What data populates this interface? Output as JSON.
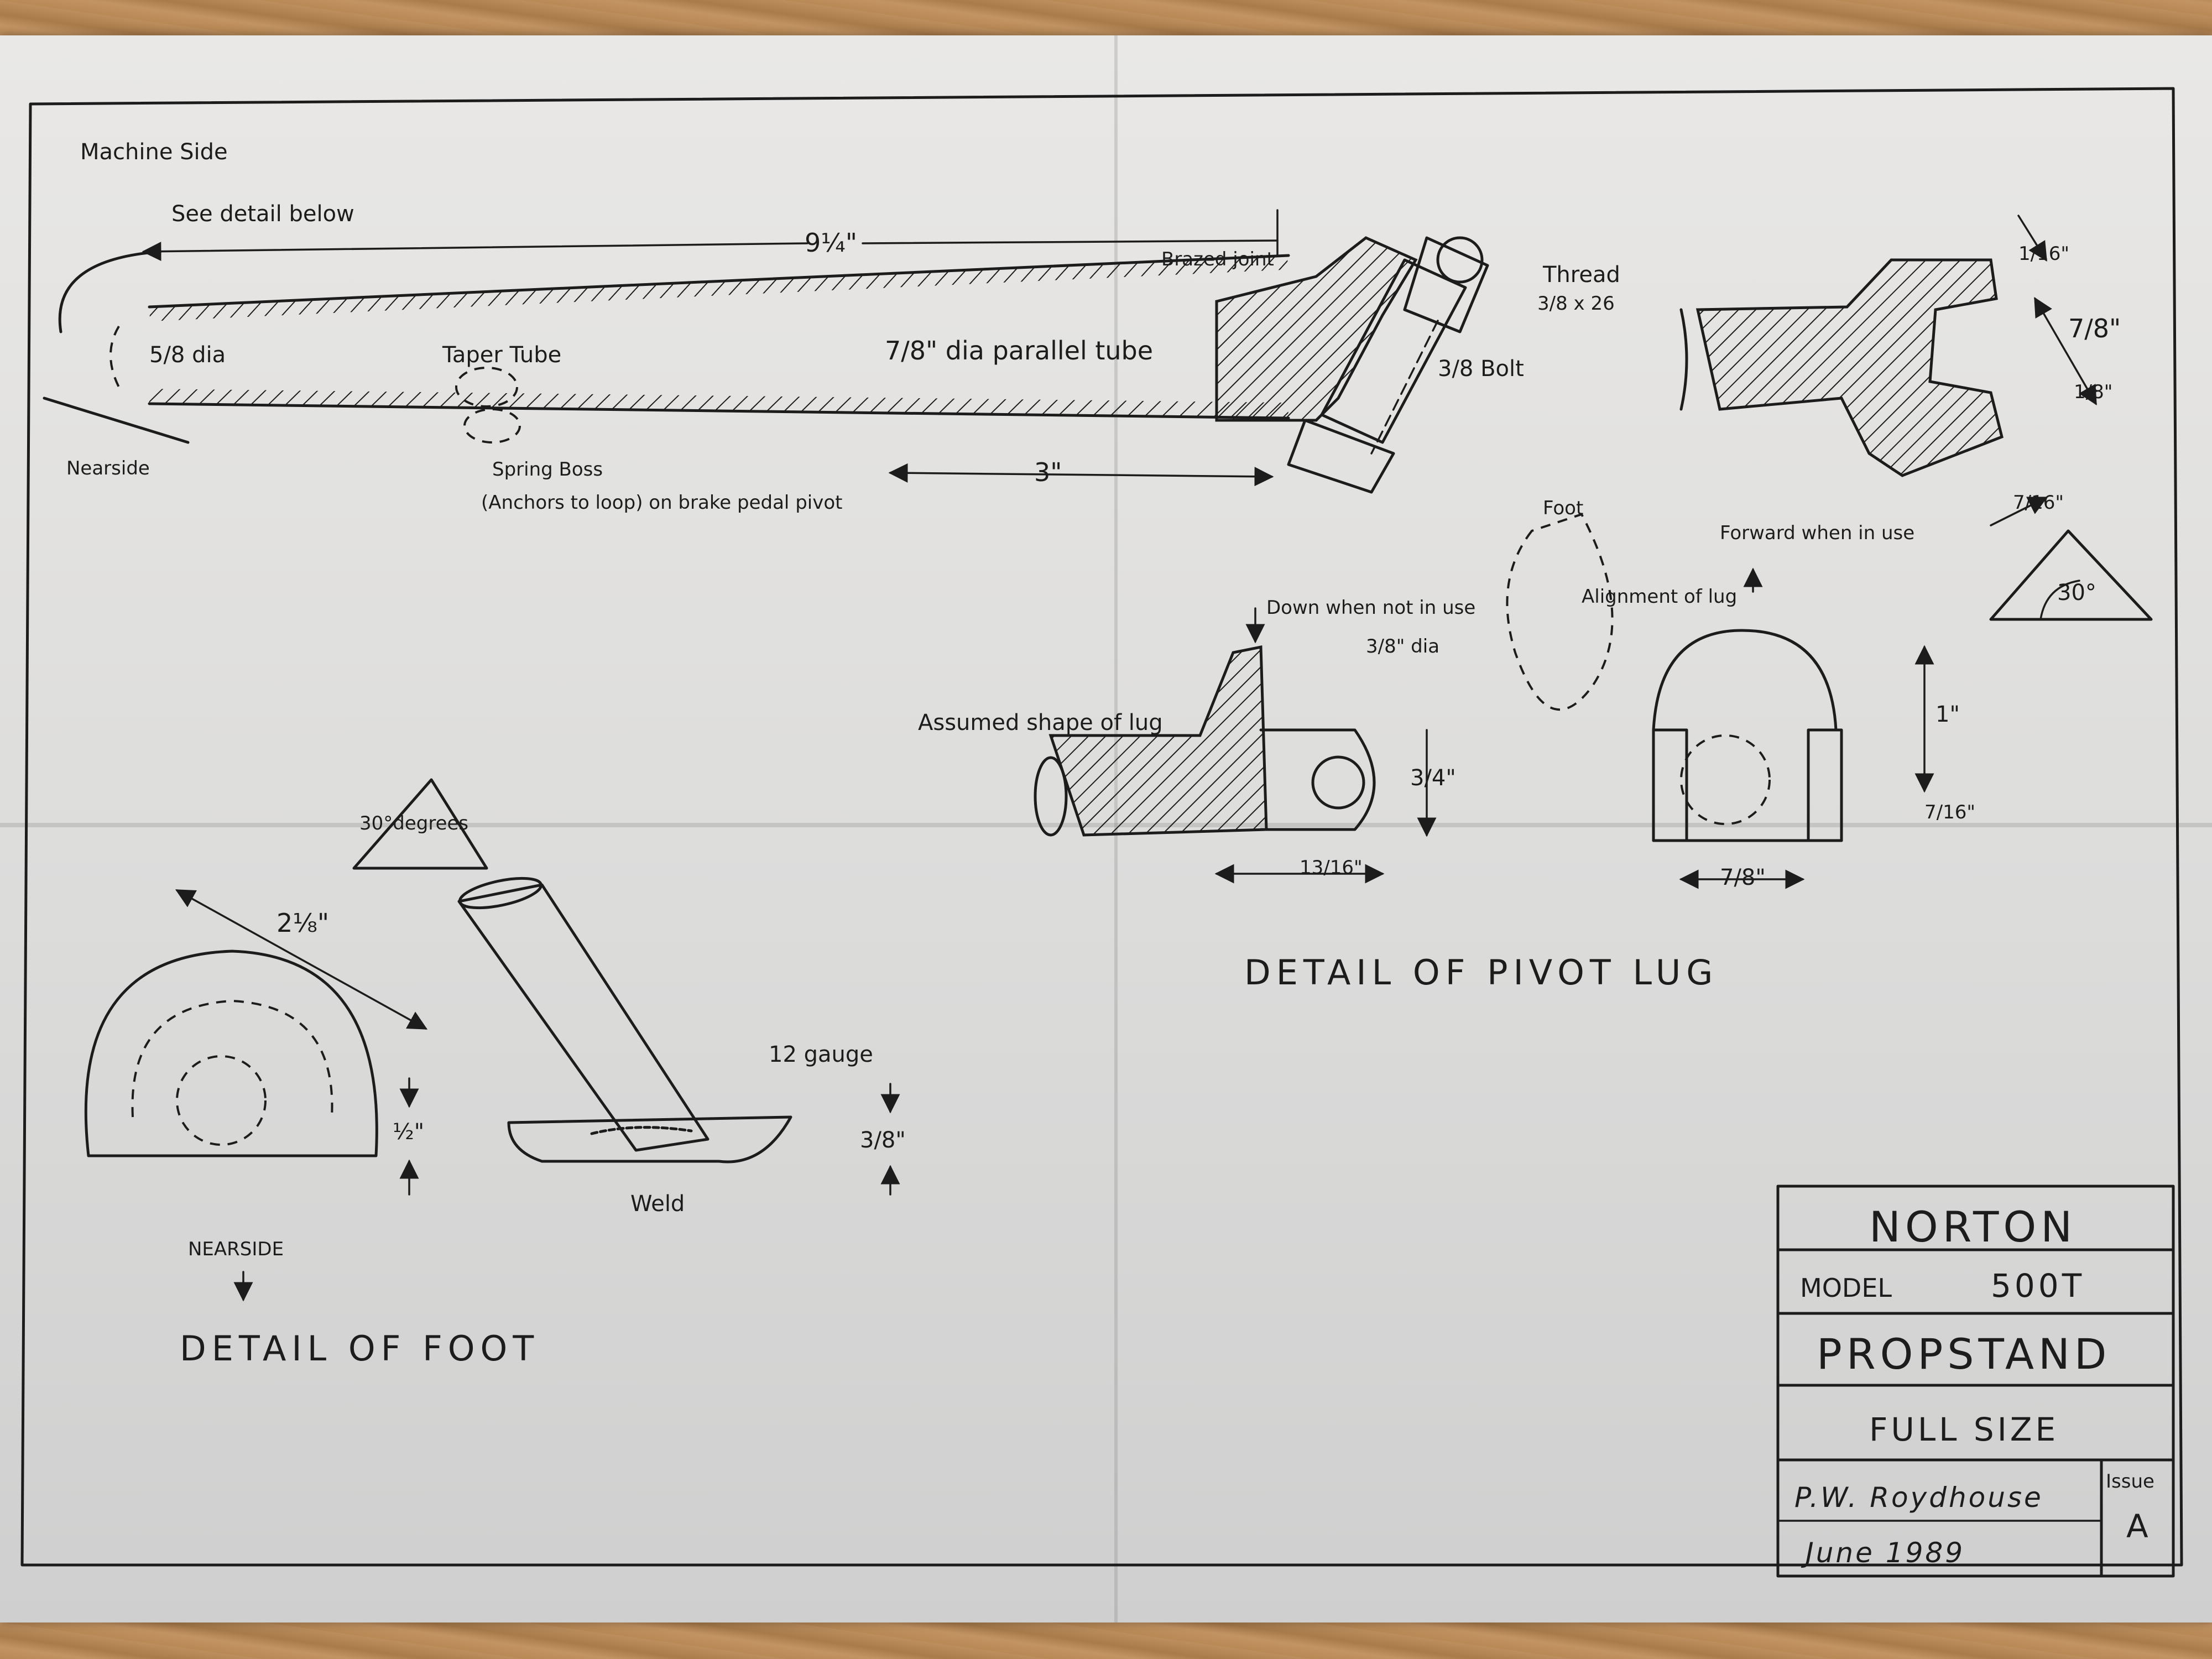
{
  "labels": {
    "machine_side": "Machine Side",
    "see_detail": "See detail below",
    "dim_9_1_4": "9¼\"",
    "brazed_joint": "Brazed joint",
    "thread": "Thread",
    "thread_size": "3/8 x 26",
    "bolt": "3/8 Bolt",
    "dim_5_8_dia": "5/8 dia",
    "taper_tube": "Taper Tube",
    "parallel_tube": "7/8\" dia parallel tube",
    "nearside_top": "Nearside",
    "spring_boss": "Spring Boss",
    "anchors_note": "(Anchors to loop) on brake pedal pivot",
    "dim_3": "3\"",
    "dim_1_16": "1/16\"",
    "dim_7_8_lug": "7/8\"",
    "dim_1_8": "1/8\"",
    "dim_7_16_a": "7/16\"",
    "angle_30_a": "30°",
    "foot": "Foot",
    "forward_note": "Forward when in use",
    "alignment": "Alignment of lug",
    "down_note": "Down when not in use",
    "dim_3_8_dia": "3/8\" dia",
    "assumed_shape": "Assumed shape of lug",
    "dim_3_4": "3/4\"",
    "dim_1": "1\"",
    "dim_7_16_b": "7/16\"",
    "dim_13_16": "13/16\"",
    "dim_7_8_b": "7/8\"",
    "detail_pivot_lug": "DETAIL OF PIVOT LUG",
    "angle_30_degrees": "30°degrees",
    "dim_2_1_8": "2⅛\"",
    "dim_1_2": "½\"",
    "gauge_12": "12 gauge",
    "dim_3_8": "3/8\"",
    "weld": "Weld",
    "nearside_arrow": "NEARSIDE",
    "detail_of_foot": "DETAIL OF FOOT"
  },
  "title_block": {
    "make": "NORTON",
    "model_label": "MODEL",
    "model_value": "500T",
    "part": "PROPSTAND",
    "scale": "FULL SIZE",
    "drawn_by": "P.W. Roydhouse",
    "date": "June 1989",
    "issue_label": "Issue",
    "issue_value": "A"
  },
  "colors": {
    "ink": "#1c1c1c",
    "paper": "#e3e3e1",
    "table": "#b98a5a"
  }
}
